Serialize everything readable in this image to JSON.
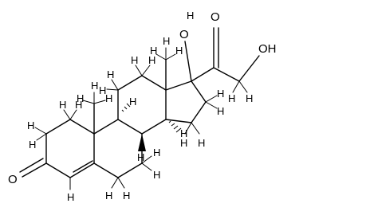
{
  "molecule": {
    "atom_labels": {
      "H": "H",
      "O": "O",
      "OH": "OH",
      "OH_partial": "H",
      "ketone_O": "O",
      "side_O": "O"
    }
  }
}
